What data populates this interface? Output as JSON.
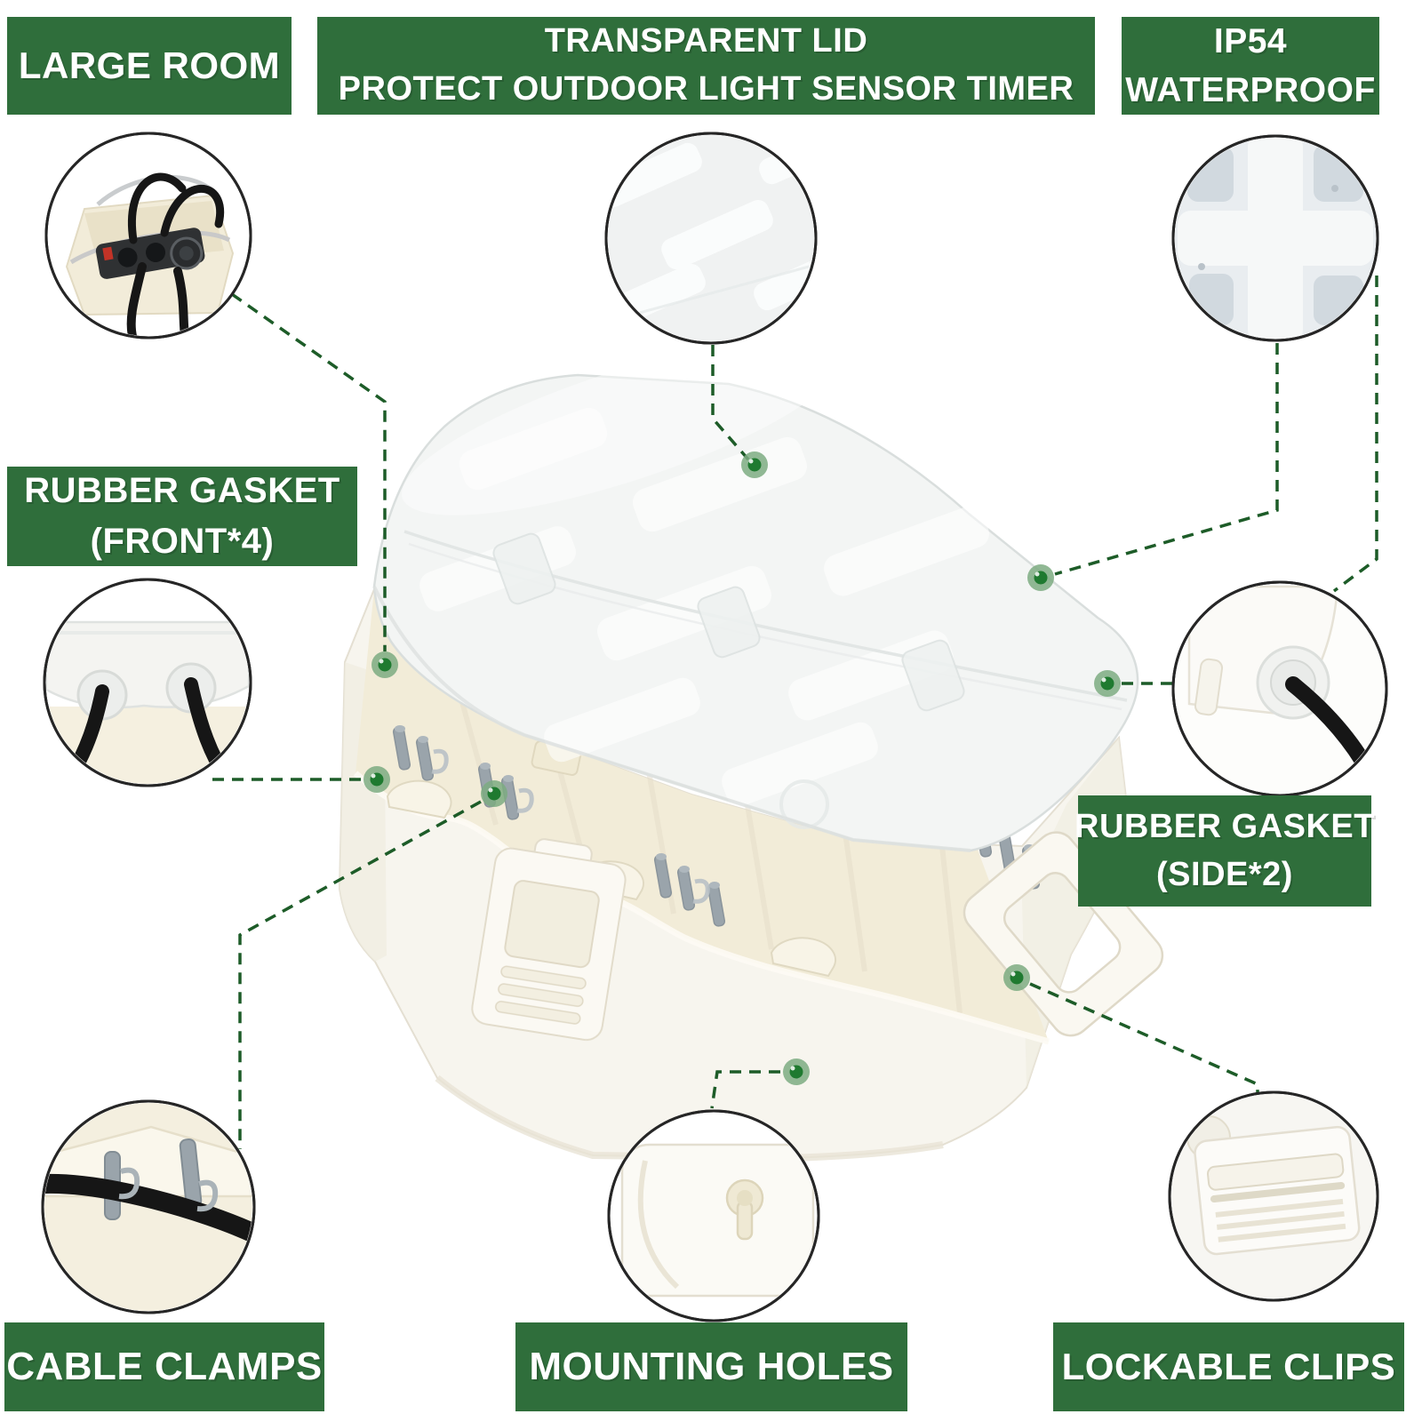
{
  "features": {
    "large_room": {
      "label": "LARGE ROOM"
    },
    "transparent_lid": {
      "label_line1": "TRANSPARENT LID",
      "label_line2": "PROTECT OUTDOOR LIGHT SENSOR TIMER"
    },
    "ip54": {
      "label_line1": "IP54",
      "label_line2": "WATERPROOF"
    },
    "rubber_gasket_front": {
      "label_line1": "RUBBER GASKET",
      "label_line2": "(FRONT*4)"
    },
    "rubber_gasket_side": {
      "label_line1": "RUBBER GASKET",
      "label_line2": "(SIDE*2)"
    },
    "cable_clamps": {
      "label": "CABLE CLAMPS"
    },
    "mounting_holes": {
      "label": "MOUNTING HOLES"
    },
    "lockable_clips": {
      "label": "LOCKABLE CLIPS"
    }
  },
  "colors": {
    "label_bg": "#2f6e3b",
    "label_text": "#ffffff",
    "line_green": "#1d5c28",
    "dot_core": "#1f7a30",
    "dot_halo": "#7cab81",
    "circle_border": "#262626",
    "box_white": "#f7f5ee",
    "box_cream": "#f2ecd8",
    "lid_frost": "#f3f5f4",
    "pin_gray": "#9aa4ab",
    "cable_black": "#161616"
  }
}
